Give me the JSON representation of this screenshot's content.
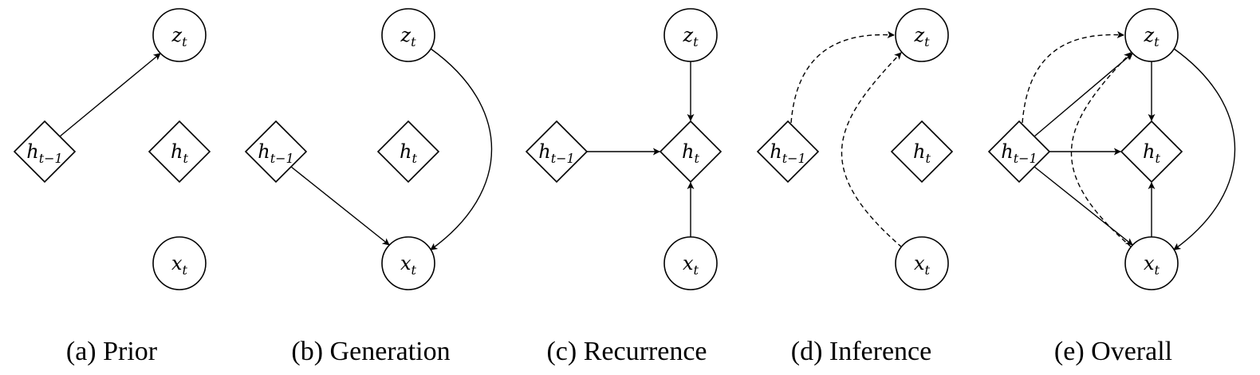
{
  "panels": [
    {
      "caption": "(a) Prior",
      "nodes": {
        "z": {
          "base": "z",
          "sub": "t"
        },
        "hprev": {
          "base": "h",
          "sub": "t−1"
        },
        "h": {
          "base": "h",
          "sub": "t"
        },
        "x": {
          "base": "x",
          "sub": "t"
        }
      },
      "edges": [
        {
          "from": "hprev",
          "to": "z",
          "style": "solid"
        }
      ]
    },
    {
      "caption": "(b) Generation",
      "nodes": {
        "z": {
          "base": "z",
          "sub": "t"
        },
        "hprev": {
          "base": "h",
          "sub": "t−1"
        },
        "h": {
          "base": "h",
          "sub": "t"
        },
        "x": {
          "base": "x",
          "sub": "t"
        }
      },
      "edges": [
        {
          "from": "hprev",
          "to": "x",
          "style": "solid"
        },
        {
          "from": "z",
          "to": "x",
          "style": "solid",
          "curve": "right"
        }
      ]
    },
    {
      "caption": "(c) Recurrence",
      "nodes": {
        "z": {
          "base": "z",
          "sub": "t"
        },
        "hprev": {
          "base": "h",
          "sub": "t−1"
        },
        "h": {
          "base": "h",
          "sub": "t"
        },
        "x": {
          "base": "x",
          "sub": "t"
        }
      },
      "edges": [
        {
          "from": "z",
          "to": "h",
          "style": "solid"
        },
        {
          "from": "hprev",
          "to": "h",
          "style": "solid"
        },
        {
          "from": "x",
          "to": "h",
          "style": "solid"
        }
      ]
    },
    {
      "caption": "(d) Inference",
      "nodes": {
        "z": {
          "base": "z",
          "sub": "t"
        },
        "hprev": {
          "base": "h",
          "sub": "t−1"
        },
        "h": {
          "base": "h",
          "sub": "t"
        },
        "x": {
          "base": "x",
          "sub": "t"
        }
      },
      "edges": [
        {
          "from": "hprev",
          "to": "z",
          "style": "dashed",
          "curve": "arc-up"
        },
        {
          "from": "x",
          "to": "z",
          "style": "dashed",
          "curve": "arc-left"
        }
      ]
    },
    {
      "caption": "(e) Overall",
      "nodes": {
        "z": {
          "base": "z",
          "sub": "t"
        },
        "hprev": {
          "base": "h",
          "sub": "t−1"
        },
        "h": {
          "base": "h",
          "sub": "t"
        },
        "x": {
          "base": "x",
          "sub": "t"
        }
      },
      "edges": [
        {
          "from": "hprev",
          "to": "z",
          "style": "dashed",
          "curve": "arc-up"
        },
        {
          "from": "x",
          "to": "z",
          "style": "dashed",
          "curve": "arc-left"
        },
        {
          "from": "hprev",
          "to": "z",
          "style": "solid"
        },
        {
          "from": "hprev",
          "to": "h",
          "style": "solid"
        },
        {
          "from": "hprev",
          "to": "x",
          "style": "solid"
        },
        {
          "from": "z",
          "to": "h",
          "style": "solid"
        },
        {
          "from": "x",
          "to": "h",
          "style": "solid"
        },
        {
          "from": "z",
          "to": "x",
          "style": "solid",
          "curve": "right"
        }
      ]
    }
  ]
}
